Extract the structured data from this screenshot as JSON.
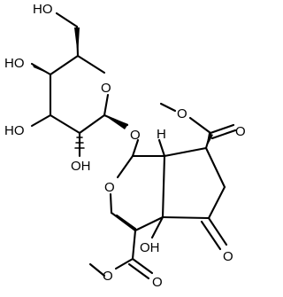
{
  "molecule": {
    "labels": {
      "ho_top": "HO",
      "ho_left": "HO",
      "ho_lower_left": "HO",
      "oh_bottom": "OH",
      "o_ring": "O",
      "o_link": "O",
      "o_pyran": "O",
      "h_stereo": "H",
      "oh_junction": "OH",
      "o_ketone": "O",
      "o_ester_top_carbonyl": "O",
      "o_ester_top_ether": "O",
      "o_ester_bottom_ether": "O",
      "o_ester_bottom_carbonyl": "O"
    }
  }
}
